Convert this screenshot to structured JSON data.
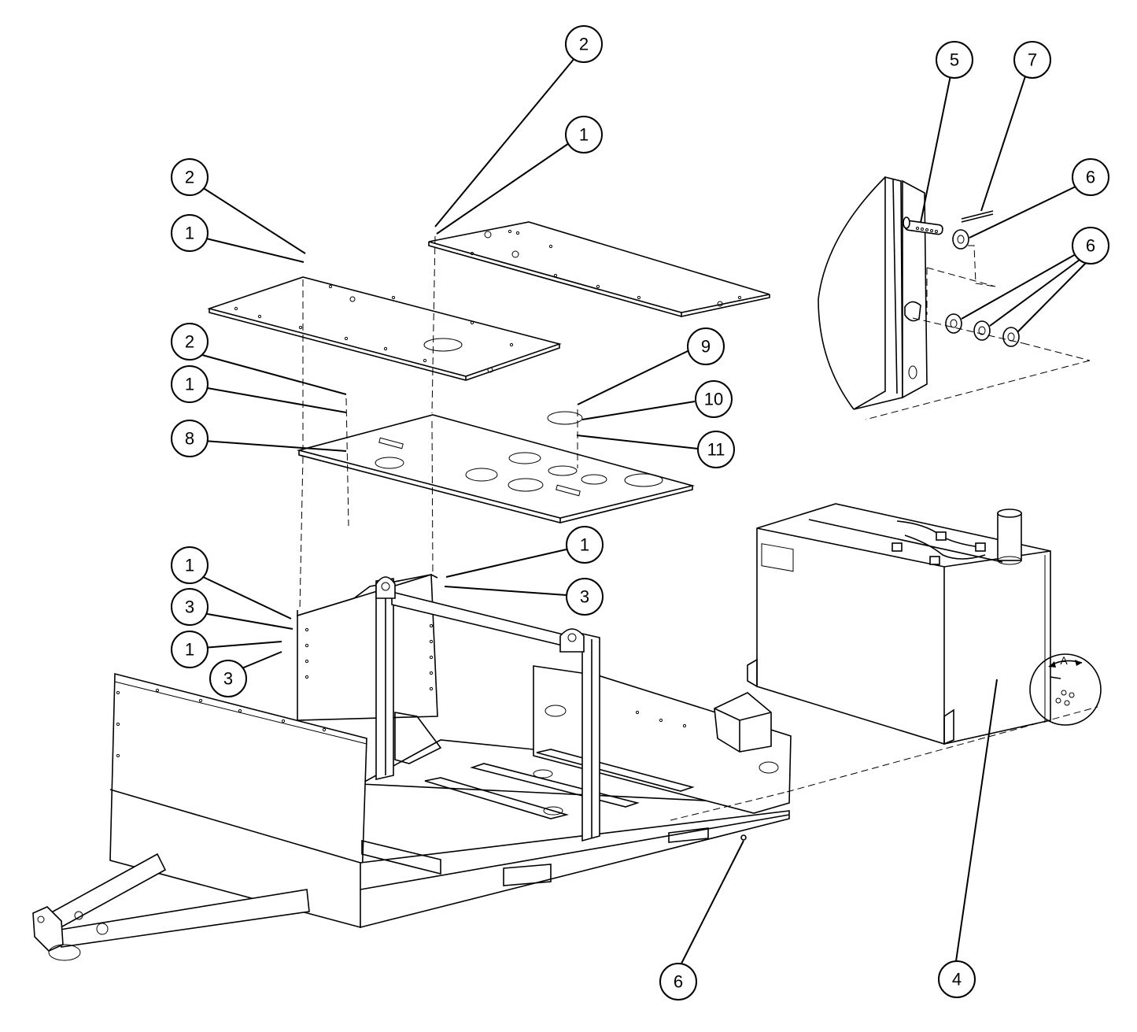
{
  "callouts": [
    {
      "id": "c2-top",
      "label": "2"
    },
    {
      "id": "c1-top",
      "label": "1"
    },
    {
      "id": "c2-left",
      "label": "2"
    },
    {
      "id": "c1-left",
      "label": "1"
    },
    {
      "id": "c2-mid",
      "label": "2"
    },
    {
      "id": "c1-mid",
      "label": "1"
    },
    {
      "id": "c8",
      "label": "8"
    },
    {
      "id": "c9",
      "label": "9"
    },
    {
      "id": "c10",
      "label": "10"
    },
    {
      "id": "c11",
      "label": "11"
    },
    {
      "id": "c1-frame-right",
      "label": "1"
    },
    {
      "id": "c3-frame-right",
      "label": "3"
    },
    {
      "id": "c1-frame-left-a",
      "label": "1"
    },
    {
      "id": "c3-frame-left-a",
      "label": "3"
    },
    {
      "id": "c1-frame-left-b",
      "label": "1"
    },
    {
      "id": "c3-frame-left-b",
      "label": "3"
    },
    {
      "id": "c5",
      "label": "5"
    },
    {
      "id": "c7",
      "label": "7"
    },
    {
      "id": "c6-detail-top",
      "label": "6"
    },
    {
      "id": "c6-detail-group",
      "label": "6"
    },
    {
      "id": "c6-bottom",
      "label": "6"
    },
    {
      "id": "c4",
      "label": "4"
    }
  ],
  "detail_view_label": "A",
  "colors": {
    "line": "#000000",
    "background": "#ffffff"
  }
}
